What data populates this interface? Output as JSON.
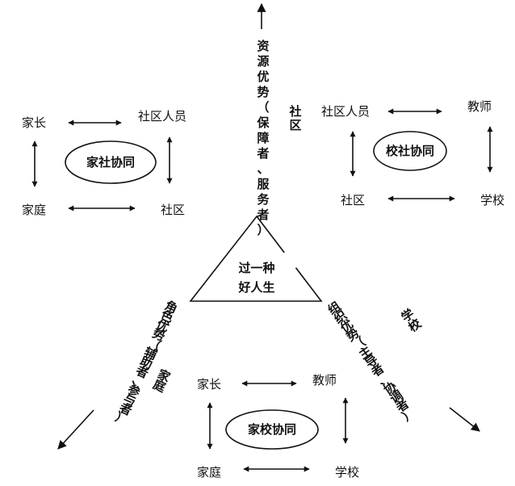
{
  "top_axis": {
    "label": "资源优势（保障者、服务者）",
    "actor": "社区"
  },
  "left_axis": {
    "label": "角色优势（辅助者、参与者）",
    "actor": "家庭"
  },
  "right_axis": {
    "label": "组织优势（主导者、协调者）",
    "actor": "学校"
  },
  "center": {
    "line1": "过一种",
    "line2": "好人生"
  },
  "group_home_community": {
    "title": "家社协同",
    "top_left": "家长",
    "top_right": "社区人员",
    "bottom_left": "家庭",
    "bottom_right": "社区"
  },
  "group_school_community": {
    "title": "校社协同",
    "top_left": "社区人员",
    "top_right": "教师",
    "bottom_left": "社区",
    "bottom_right": "学校"
  },
  "group_home_school": {
    "title": "家校协同",
    "top_left": "家长",
    "top_right": "教师",
    "bottom_left": "家庭",
    "bottom_right": "学校"
  },
  "colors": {
    "stroke": "#111111",
    "background": "#ffffff"
  }
}
